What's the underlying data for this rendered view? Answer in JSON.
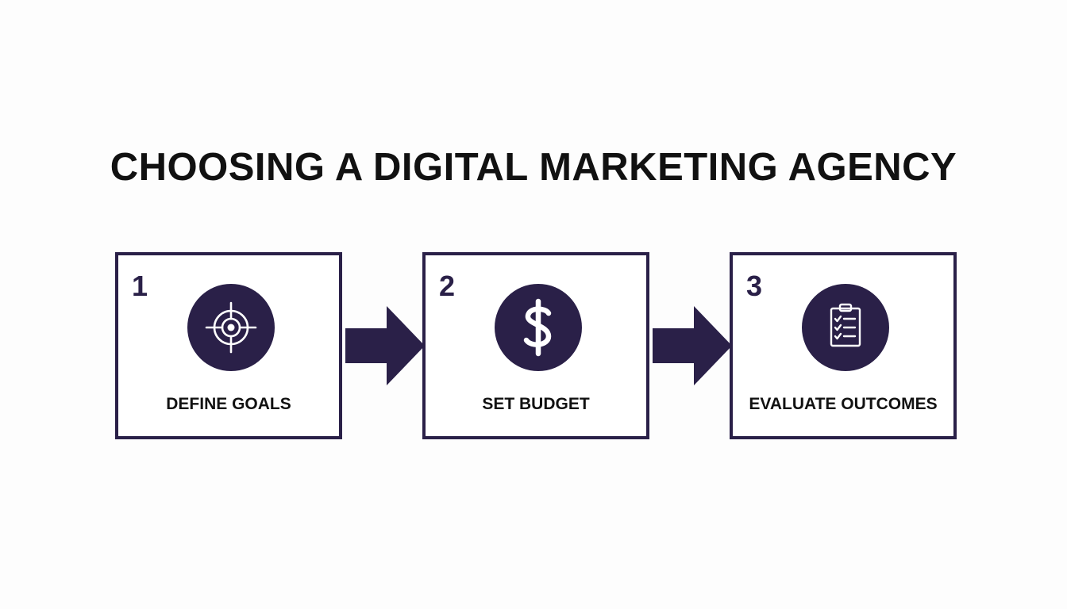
{
  "title": "CHOOSING A DIGITAL MARKETING AGENCY",
  "colors": {
    "accent": "#2a2048",
    "text": "#111111",
    "background": "#fdfdfd"
  },
  "steps": [
    {
      "number": "1",
      "label": "DEFINE GOALS",
      "icon": "target-icon"
    },
    {
      "number": "2",
      "label": "SET BUDGET",
      "icon": "dollar-icon"
    },
    {
      "number": "3",
      "label": "EVALUATE OUTCOMES",
      "icon": "clipboard-checklist-icon"
    }
  ],
  "connectors": [
    {
      "from": "1",
      "to": "2",
      "icon": "arrow-right-icon"
    },
    {
      "from": "2",
      "to": "3",
      "icon": "arrow-right-icon"
    }
  ]
}
